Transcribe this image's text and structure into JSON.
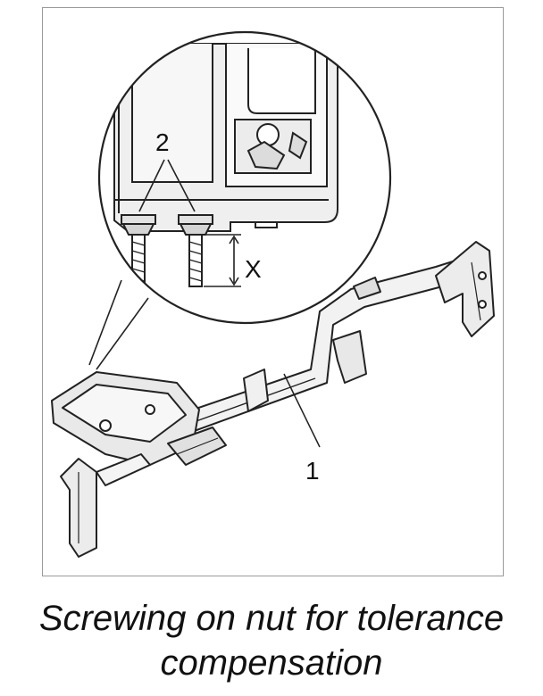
{
  "figure": {
    "callouts": {
      "beam": "1",
      "bolts": "2",
      "tolerance": "X"
    }
  },
  "caption": {
    "line1": "Screwing on nut for tolerance",
    "line2": "compensation"
  }
}
